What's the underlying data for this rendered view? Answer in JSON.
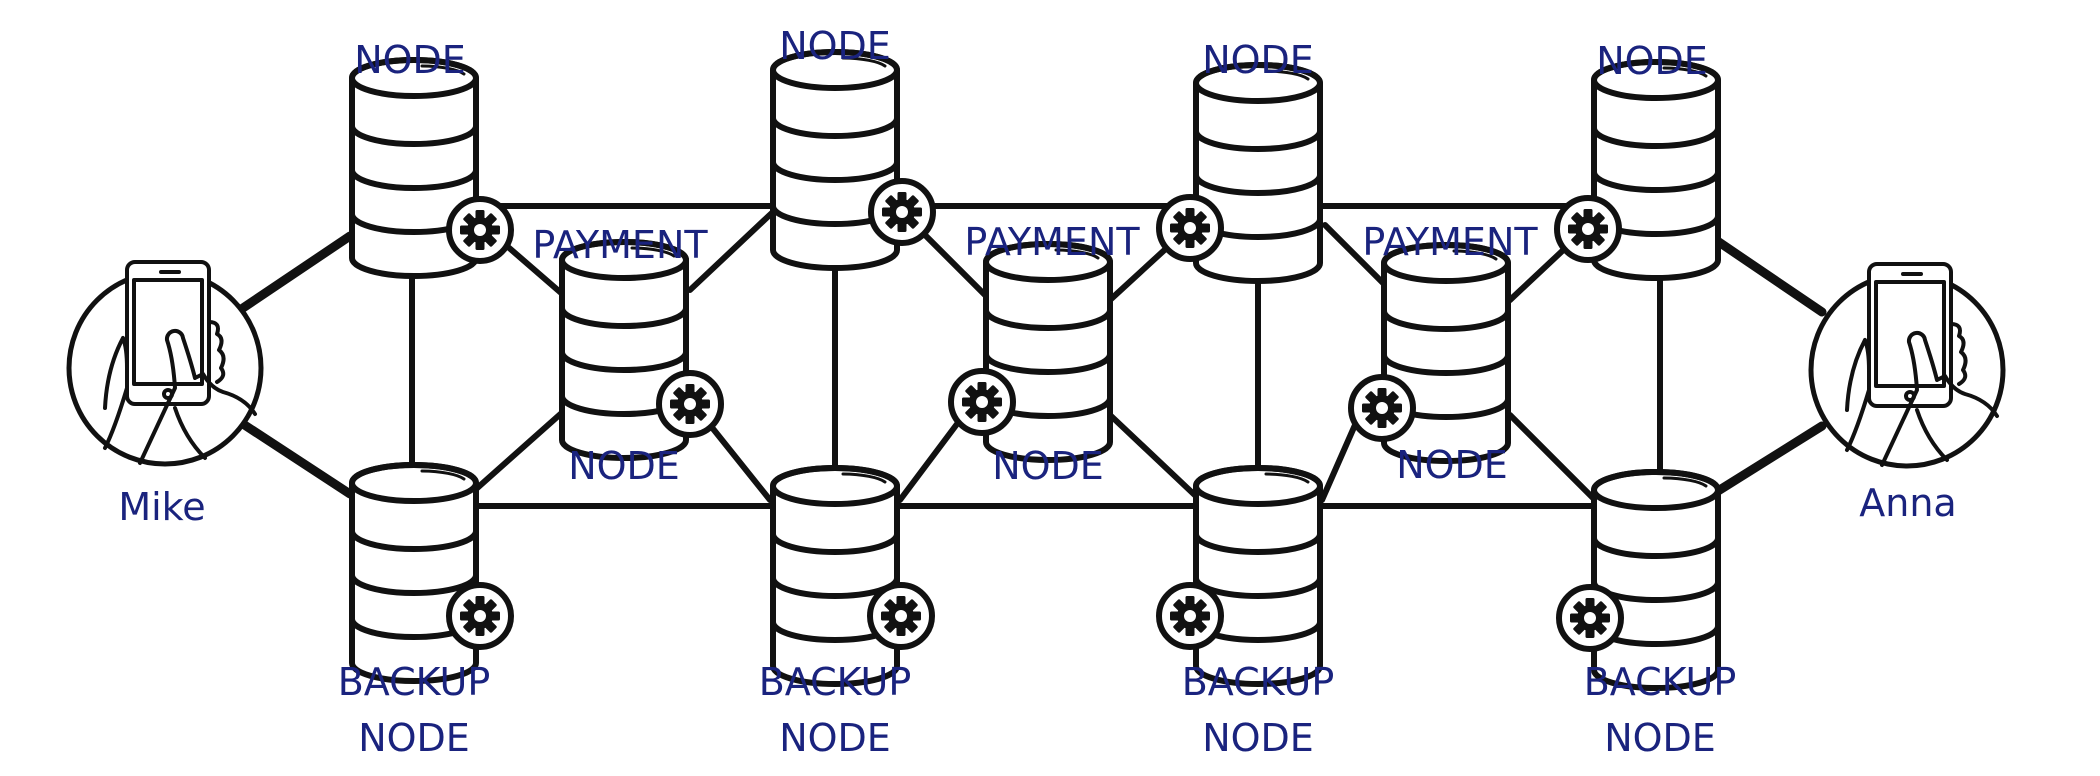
{
  "labels": {
    "node": "NODE",
    "payment": "PAYMENT",
    "backup_line1": "BACKUP",
    "backup_line2": "NODE"
  },
  "users": {
    "left": "Mike",
    "right": "Anna"
  },
  "colors": {
    "label_text": "#1a237e",
    "stroke": "#111111",
    "background": "#ffffff"
  },
  "icons": [
    "database-icon",
    "gear-icon",
    "smartphone-icon",
    "hand-icon"
  ]
}
